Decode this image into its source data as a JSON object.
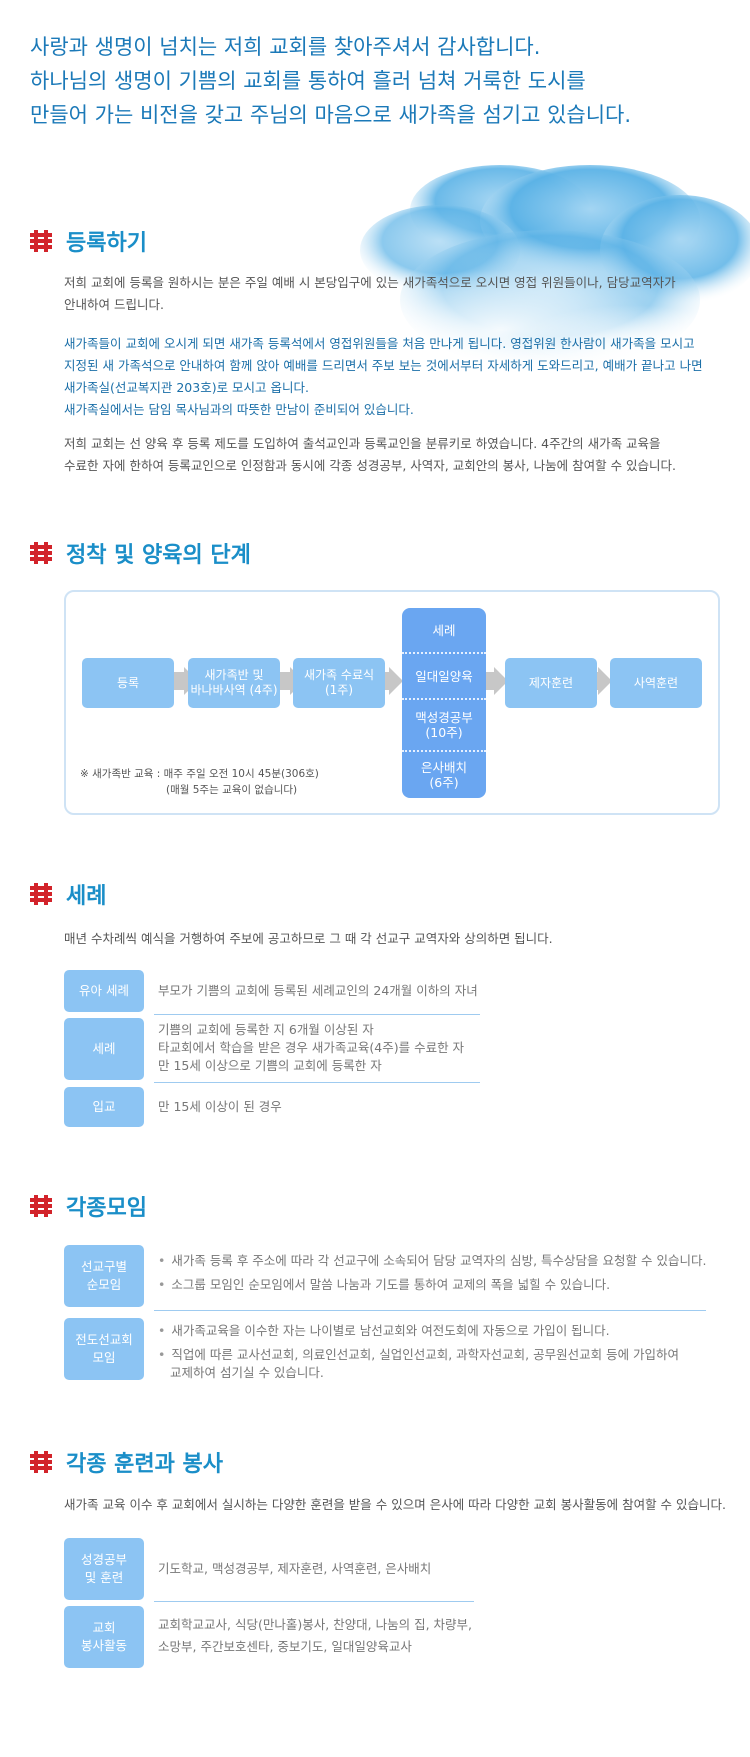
{
  "intro": {
    "line1": "사랑과 생명이 넘치는 저희 교회를 찾아주셔서 감사합니다.",
    "line2": "하나님의 생명이 기쁨의 교회를 통하여 흘러 넘쳐 거룩한 도시를",
    "line3": "만들어 가는 비전을 갖고 주님의 마음으로 새가족을 섬기고 있습니다."
  },
  "sections": {
    "register": {
      "title": "등록하기",
      "p1a": "저희 교회에 등록을 원하시는 분은 주일 예배 시 본당입구에 있는 새가족석으로 오시면 영접 위원들이나, 담당교역자가",
      "p1b": "안내하여 드립니다.",
      "p2a": "새가족들이 교회에 오시게 되면 새가족 등록석에서 영접위원들을 처음 만나게 됩니다. 영접위원 한사람이 새가족을 모시고",
      "p2b": "지정된 새 가족석으로 안내하여 함께 앉아 예배를 드리면서 주보 보는 것에서부터 자세하게 도와드리고, 예배가 끝나고 나면",
      "p2c": "새가족실(선교복지관 203호)로 모시고 옵니다.",
      "p2d": "새가족실에서는 담임 목사님과의 따뜻한 만남이 준비되어 있습니다.",
      "p3a": "저희 교회는 선 양육 후 등록 제도를 도입하여 출석교인과 등록교인을 분류키로 하였습니다. 4주간의 새가족 교육을",
      "p3b": "수료한 자에 한하여 등록교인으로 인정함과 동시에 각종 성경공부, 사역자, 교회안의 봉사, 나눔에 참여할 수 있습니다."
    },
    "steps": {
      "title": "정착 및 양육의 단계",
      "s1": "등록",
      "s2a": "새가족반 및",
      "s2b": "바나바사역 (4주)",
      "s3a": "새가족 수료식",
      "s3b": "(1주)",
      "stack1": "세례",
      "stack2": "일대일양육",
      "stack3a": "맥성경공부",
      "stack3b": "(10주)",
      "stack4a": "은사배치",
      "stack4b": "(6주)",
      "s5": "제자훈련",
      "s6": "사역훈련",
      "note1": "※ 새가족반 교육 : 매주 주일 오전 10시 45분(306호)",
      "note2": "(매월 5주는 교육이 없습니다)"
    },
    "baptism": {
      "title": "세례",
      "intro": "매년 수차례씩 예식을 거행하여 주보에 공고하므로 그 때 각 선교구 교역자와 상의하면 됩니다.",
      "tag1": "유아 세례",
      "text1": "부모가 기쁨의 교회에 등록된 세례교인의 24개월 이하의 자녀",
      "tag2": "세례",
      "text2a": "기쁨의 교회에 등록한 지 6개월 이상된 자",
      "text2b": "타교회에서 학습을 받은 경우 새가족교육(4주)를 수료한 자",
      "text2c": "만 15세 이상으로 기쁨의 교회에 등록한 자",
      "tag3": "입교",
      "text3": "만 15세 이상이 된 경우"
    },
    "groups": {
      "title": "각종모임",
      "tag1a": "선교구별",
      "tag1b": "순모임",
      "b1": "새가족 등록 후 주소에 따라 각 선교구에 소속되어 담당 교역자의 심방, 특수상담을 요청할 수 있습니다.",
      "b2": "소그룹 모임인 순모임에서 말씀 나눔과 기도를 통하여 교제의 폭을 넓힐 수 있습니다.",
      "tag2a": "전도선교회",
      "tag2b": "모임",
      "b3": "새가족교육을 이수한 자는 나이별로 남선교회와 여전도회에 자동으로 가입이 됩니다.",
      "b4a": "직업에 따른 교사선교회, 의료인선교회, 실업인선교회, 과학자선교회, 공무원선교회 등에 가입하여",
      "b4b": "교제하여 섬기실 수 있습니다."
    },
    "training": {
      "title": "각종 훈련과 봉사",
      "intro": "새가족 교육 이수 후 교회에서 실시하는 다양한 훈련을 받을 수 있으며 은사에 따라 다양한 교회 봉사활동에 참여할 수 있습니다.",
      "tag1a": "성경공부",
      "tag1b": "및 훈련",
      "text1": "기도학교, 맥성경공부, 제자훈련, 사역훈련, 은사배치",
      "tag2a": "교회",
      "tag2b": "봉사활동",
      "text2a": "교회학교교사, 식당(만나홀)봉사, 찬양대, 나눔의 집, 차량부,",
      "text2b": "소망부, 주간보호센타, 중보기도, 일대일양육교사"
    }
  },
  "colors": {
    "accent": "#1a8ec8",
    "tag": "#8cc4f3",
    "stack": "#6aa6f1",
    "icon": "#d2232a"
  }
}
